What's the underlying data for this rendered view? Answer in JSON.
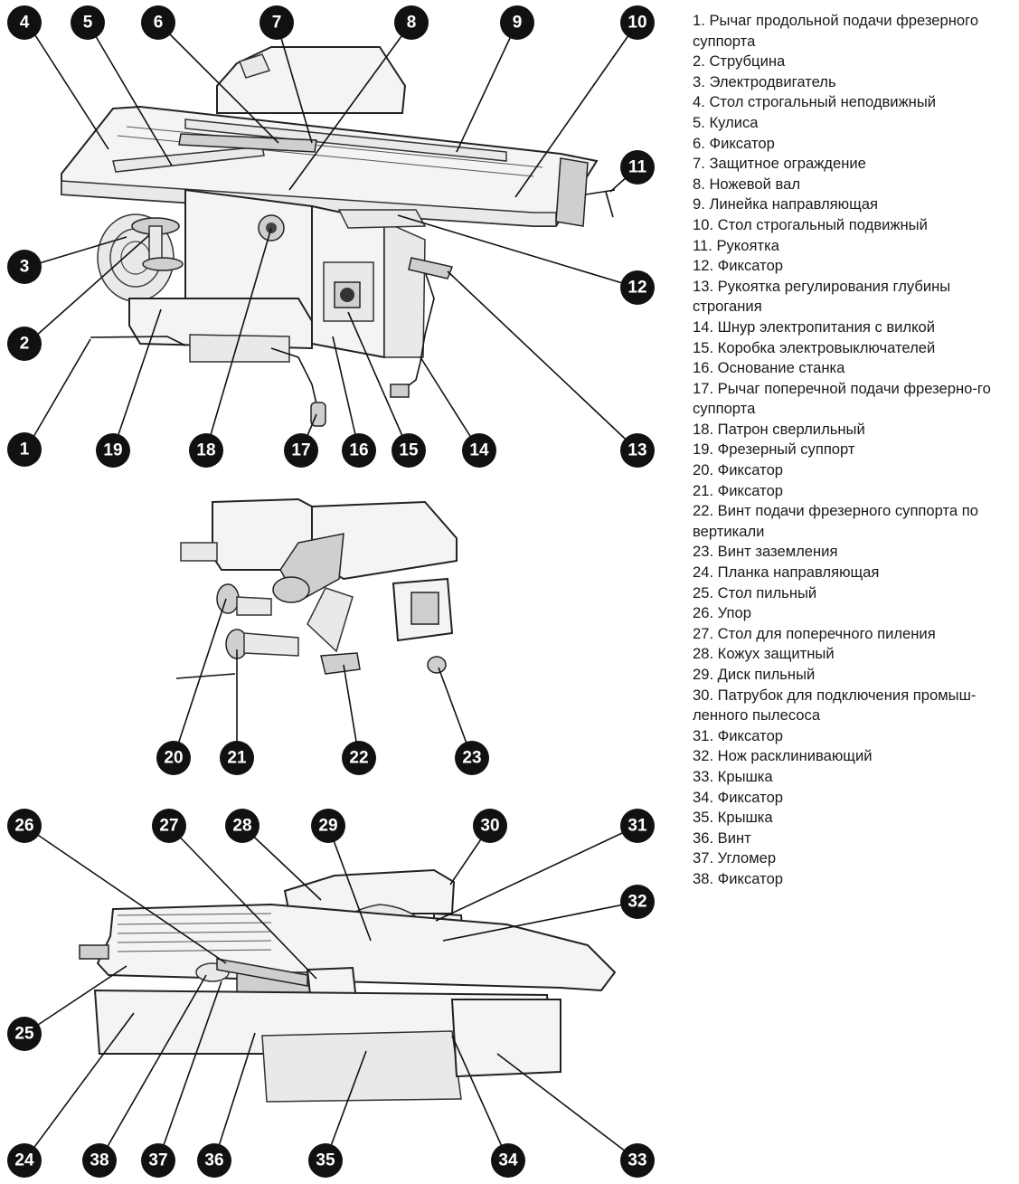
{
  "diagram": {
    "callouts": [
      "1",
      "2",
      "3",
      "4",
      "5",
      "6",
      "7",
      "8",
      "9",
      "10",
      "11",
      "12",
      "13",
      "14",
      "15",
      "16",
      "17",
      "18",
      "19",
      "20",
      "21",
      "22",
      "23",
      "24",
      "25",
      "26",
      "27",
      "28",
      "29",
      "30",
      "31",
      "32",
      "33",
      "34",
      "35",
      "36",
      "37",
      "38"
    ]
  },
  "legend": {
    "items": [
      "1. Рычаг продольной подачи фрезерного суппорта",
      "2. Струбцина",
      "3. Электродвигатель",
      "4. Стол строгальный неподвижный",
      "5. Кулиса",
      "6. Фиксатор",
      "7. Защитное ограждение",
      "8. Ножевой вал",
      "9. Линейка направляющая",
      "10. Стол строгальный подвижный",
      "11. Рукоятка",
      "12. Фиксатор",
      "13. Рукоятка регулирования глубины строгания",
      "14. Шнур электропитания с вилкой",
      "15. Коробка электровыключателей",
      "16. Основание станка",
      "17. Рычаг поперечной подачи фрезерно-го суппорта",
      "18. Патрон сверлильный",
      "19. Фрезерный суппорт",
      "20. Фиксатор",
      "21. Фиксатор",
      "22. Винт подачи фрезерного суппорта по вертикали",
      "23. Винт заземления",
      "24. Планка направляющая",
      "25. Стол пильный",
      "26. Упор",
      "27. Стол для поперечного пиления",
      "28. Кожух защитный",
      "29. Диск пильный",
      "30. Патрубок для подключения промыш-ленного пылесоса",
      "31. Фиксатор",
      "32. Нож расклинивающий",
      "33. Крышка",
      "34. Фиксатор",
      "35. Крышка",
      "36. Винт",
      "37. Угломер",
      "38. Фиксатор"
    ]
  }
}
